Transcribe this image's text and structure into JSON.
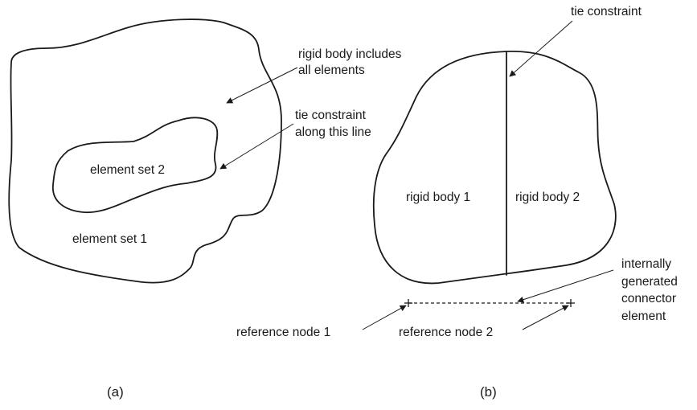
{
  "panel_a": {
    "caption": "(a)",
    "labels": {
      "rigid_body_line1": "rigid body includes",
      "rigid_body_line2": "all elements",
      "tie_line1": "tie constraint",
      "tie_line2": "along this line",
      "element_set_2": "element set 2",
      "element_set_1": "element set 1"
    }
  },
  "panel_b": {
    "caption": "(b)",
    "labels": {
      "tie_constraint": "tie constraint",
      "rigid_body_1": "rigid body 1",
      "rigid_body_2": "rigid body 2",
      "connector_line1": "internally",
      "connector_line2": "generated",
      "connector_line3": "connector",
      "connector_line4": "element",
      "reference_node_1": "reference node 1",
      "reference_node_2": "reference node 2"
    }
  }
}
